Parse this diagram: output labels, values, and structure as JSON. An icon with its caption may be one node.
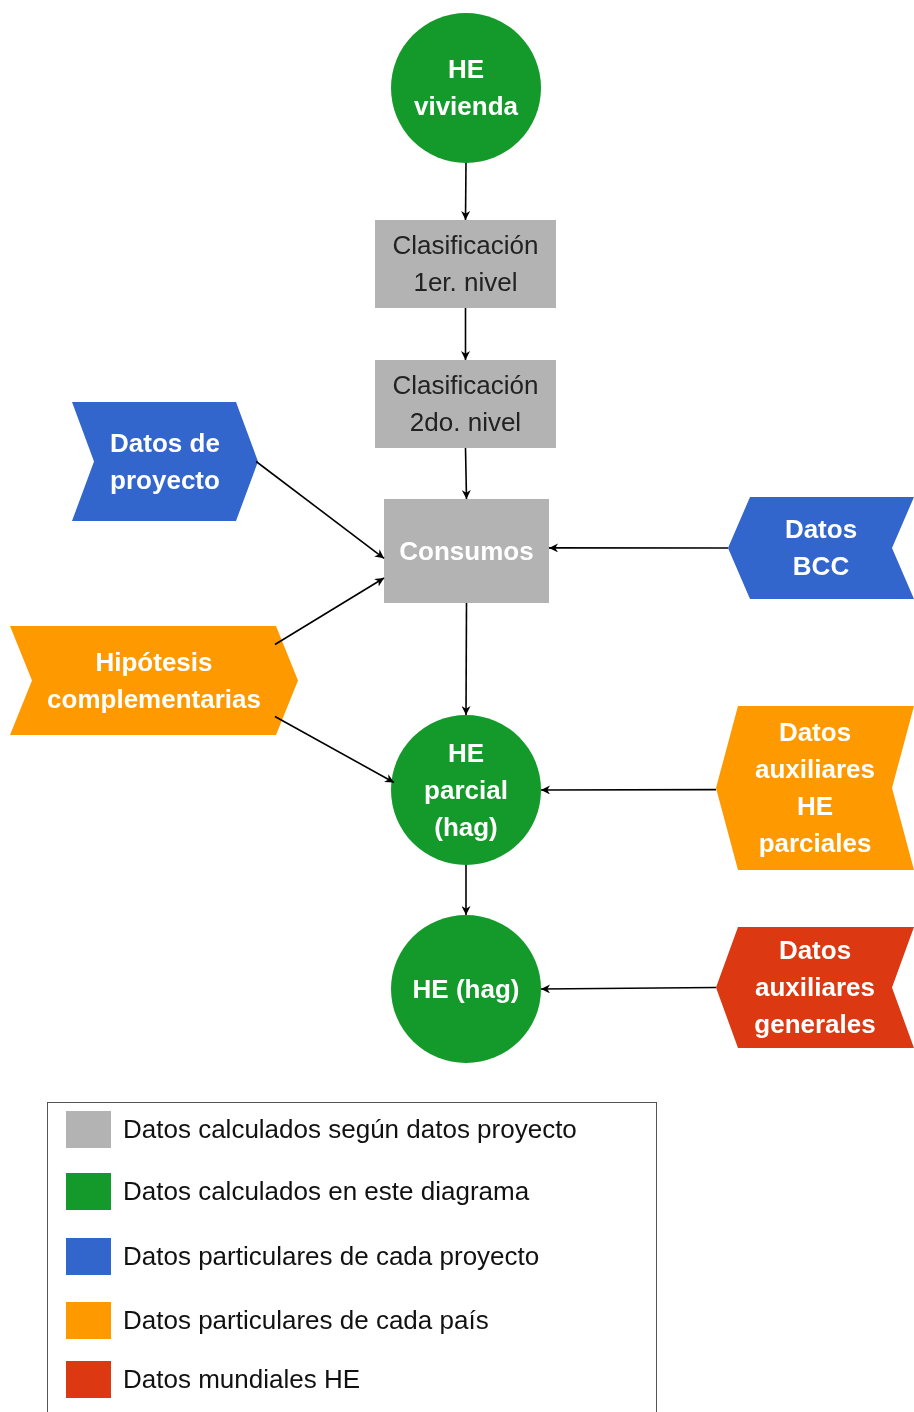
{
  "diagram": {
    "nodes": [
      {
        "text": [
          "HE vivienda"
        ]
      },
      {
        "text": [
          "Clasificación 1er. nivel"
        ]
      },
      {
        "text": [
          "Clasificación 2do. nivel"
        ]
      },
      {
        "text": [
          "Datos de proyecto"
        ]
      },
      {
        "text": [
          "Consumos"
        ]
      },
      {
        "text": [
          "Datos BCC"
        ]
      },
      {
        "text": [
          "Hipótesis complementarias"
        ]
      },
      {
        "text": [
          "HE parcial (hag)"
        ]
      },
      {
        "text": [
          "Datos auxiliares HE parciales"
        ]
      },
      {
        "text": [
          "HE (hag)"
        ]
      },
      {
        "text": [
          "Datos auxiliares generales"
        ]
      }
    ],
    "edges": [
      {
        "from": 0,
        "to": 1,
        "arrow": "to"
      },
      {
        "from": 1,
        "to": 2,
        "arrow": "to"
      },
      {
        "from": 2,
        "to": 4,
        "arrow": "to"
      },
      {
        "from": 3,
        "to": 4,
        "arrow": "to"
      },
      {
        "from": 5,
        "to": 4,
        "arrow": "to"
      },
      {
        "from": 6,
        "to": 4,
        "arrow": "to"
      },
      {
        "from": 4,
        "to": 7,
        "arrow": "to"
      },
      {
        "from": 6,
        "to": 7,
        "arrow": "to"
      },
      {
        "from": 8,
        "to": 7,
        "arrow": "to"
      },
      {
        "from": 7,
        "to": 9,
        "arrow": "to"
      },
      {
        "from": 10,
        "to": 9,
        "arrow": "to"
      }
    ],
    "legend": [
      {
        "text": "Datos calculados según datos proyecto",
        "color": "#b3b3b3"
      },
      {
        "text": "Datos calculados en este diagrama",
        "color": "#149a2a"
      },
      {
        "text": "Datos particulares de cada proyecto",
        "color": "#3366cc"
      },
      {
        "text": "Datos particulares de cada país",
        "color": "#ff9900"
      },
      {
        "text": "Datos mundiales HE",
        "color": "#dc3912"
      }
    ]
  }
}
